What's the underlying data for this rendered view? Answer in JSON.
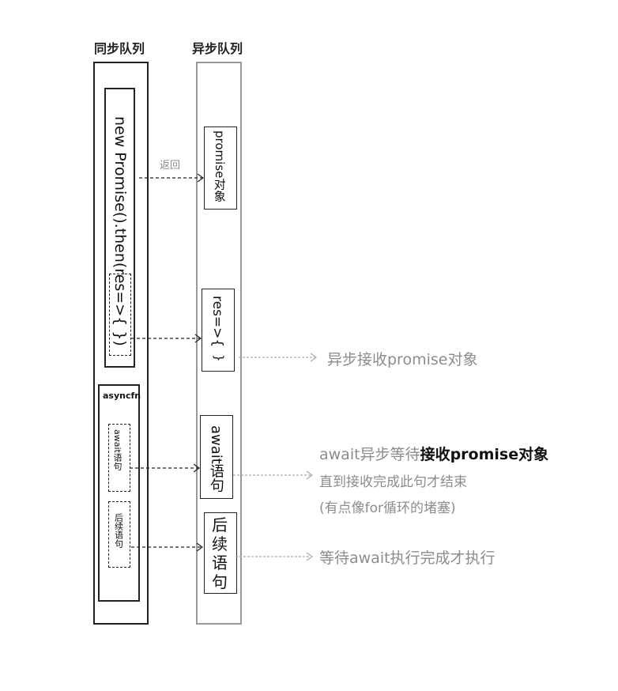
{
  "columns": {
    "sync_title": "同步队列",
    "async_title": "异步队列"
  },
  "sync": {
    "promise_expr": "new Promise().then(res=>{  })",
    "asyncfn_label": "asyncfn",
    "await_label": "await语句",
    "after_label": "后续语句"
  },
  "async": {
    "promise_obj_a": "promise",
    "promise_obj_b": "对象",
    "res_cb": "res=>{",
    "res_cb_end": "}",
    "await_a": "await",
    "await_b": "语句",
    "after": "后续语句"
  },
  "arrows": {
    "return_label": "返回"
  },
  "annotations": {
    "async_receive": "异步接收promise对象",
    "await_line1_prefix": "await异步等待",
    "await_line1_strong": "接收promise对象",
    "await_line2": "直到接收完成此句才结束",
    "await_line3": "(有点像for循环的堵塞)",
    "after_note": "等待await执行完成才执行"
  },
  "colors": {
    "dark": "#222222",
    "gray_border": "#999999",
    "gray_text": "#8c8c8c"
  }
}
